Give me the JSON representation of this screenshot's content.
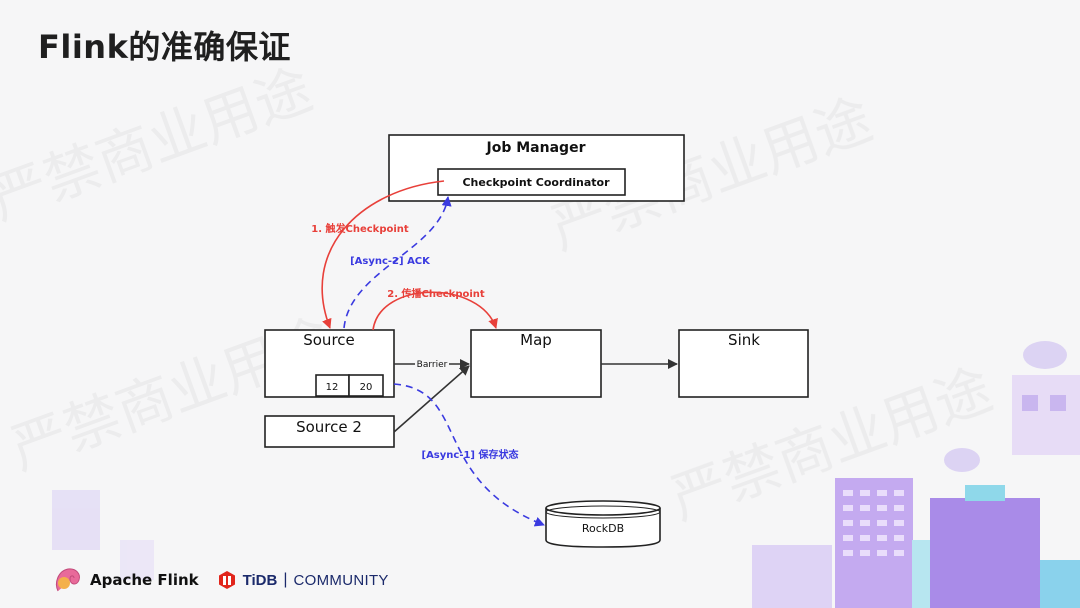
{
  "slide": {
    "title": "Flink的准确保证"
  },
  "diagram": {
    "job_manager": "Job Manager",
    "checkpoint_coordinator": "Checkpoint Coordinator",
    "source": "Source",
    "source2": "Source 2",
    "map": "Map",
    "sink": "Sink",
    "rockdb": "RockDB",
    "state_values": [
      "12",
      "20"
    ],
    "barrier": "Barrier",
    "edge_trigger": "1. 触发Checkpoint",
    "edge_ack": "[Async-2] ACK",
    "edge_propagate": "2. 传播Checkpoint",
    "edge_save_state": "[Async-1] 保存状态",
    "colors": {
      "trigger": "#e8403a",
      "async": "#3a3ae0",
      "line": "#333333"
    }
  },
  "watermark": "严禁商业用途",
  "footer": {
    "flink_label": "Apache Flink",
    "tidb_label": "TiDB",
    "community_label": "COMMUNITY"
  }
}
